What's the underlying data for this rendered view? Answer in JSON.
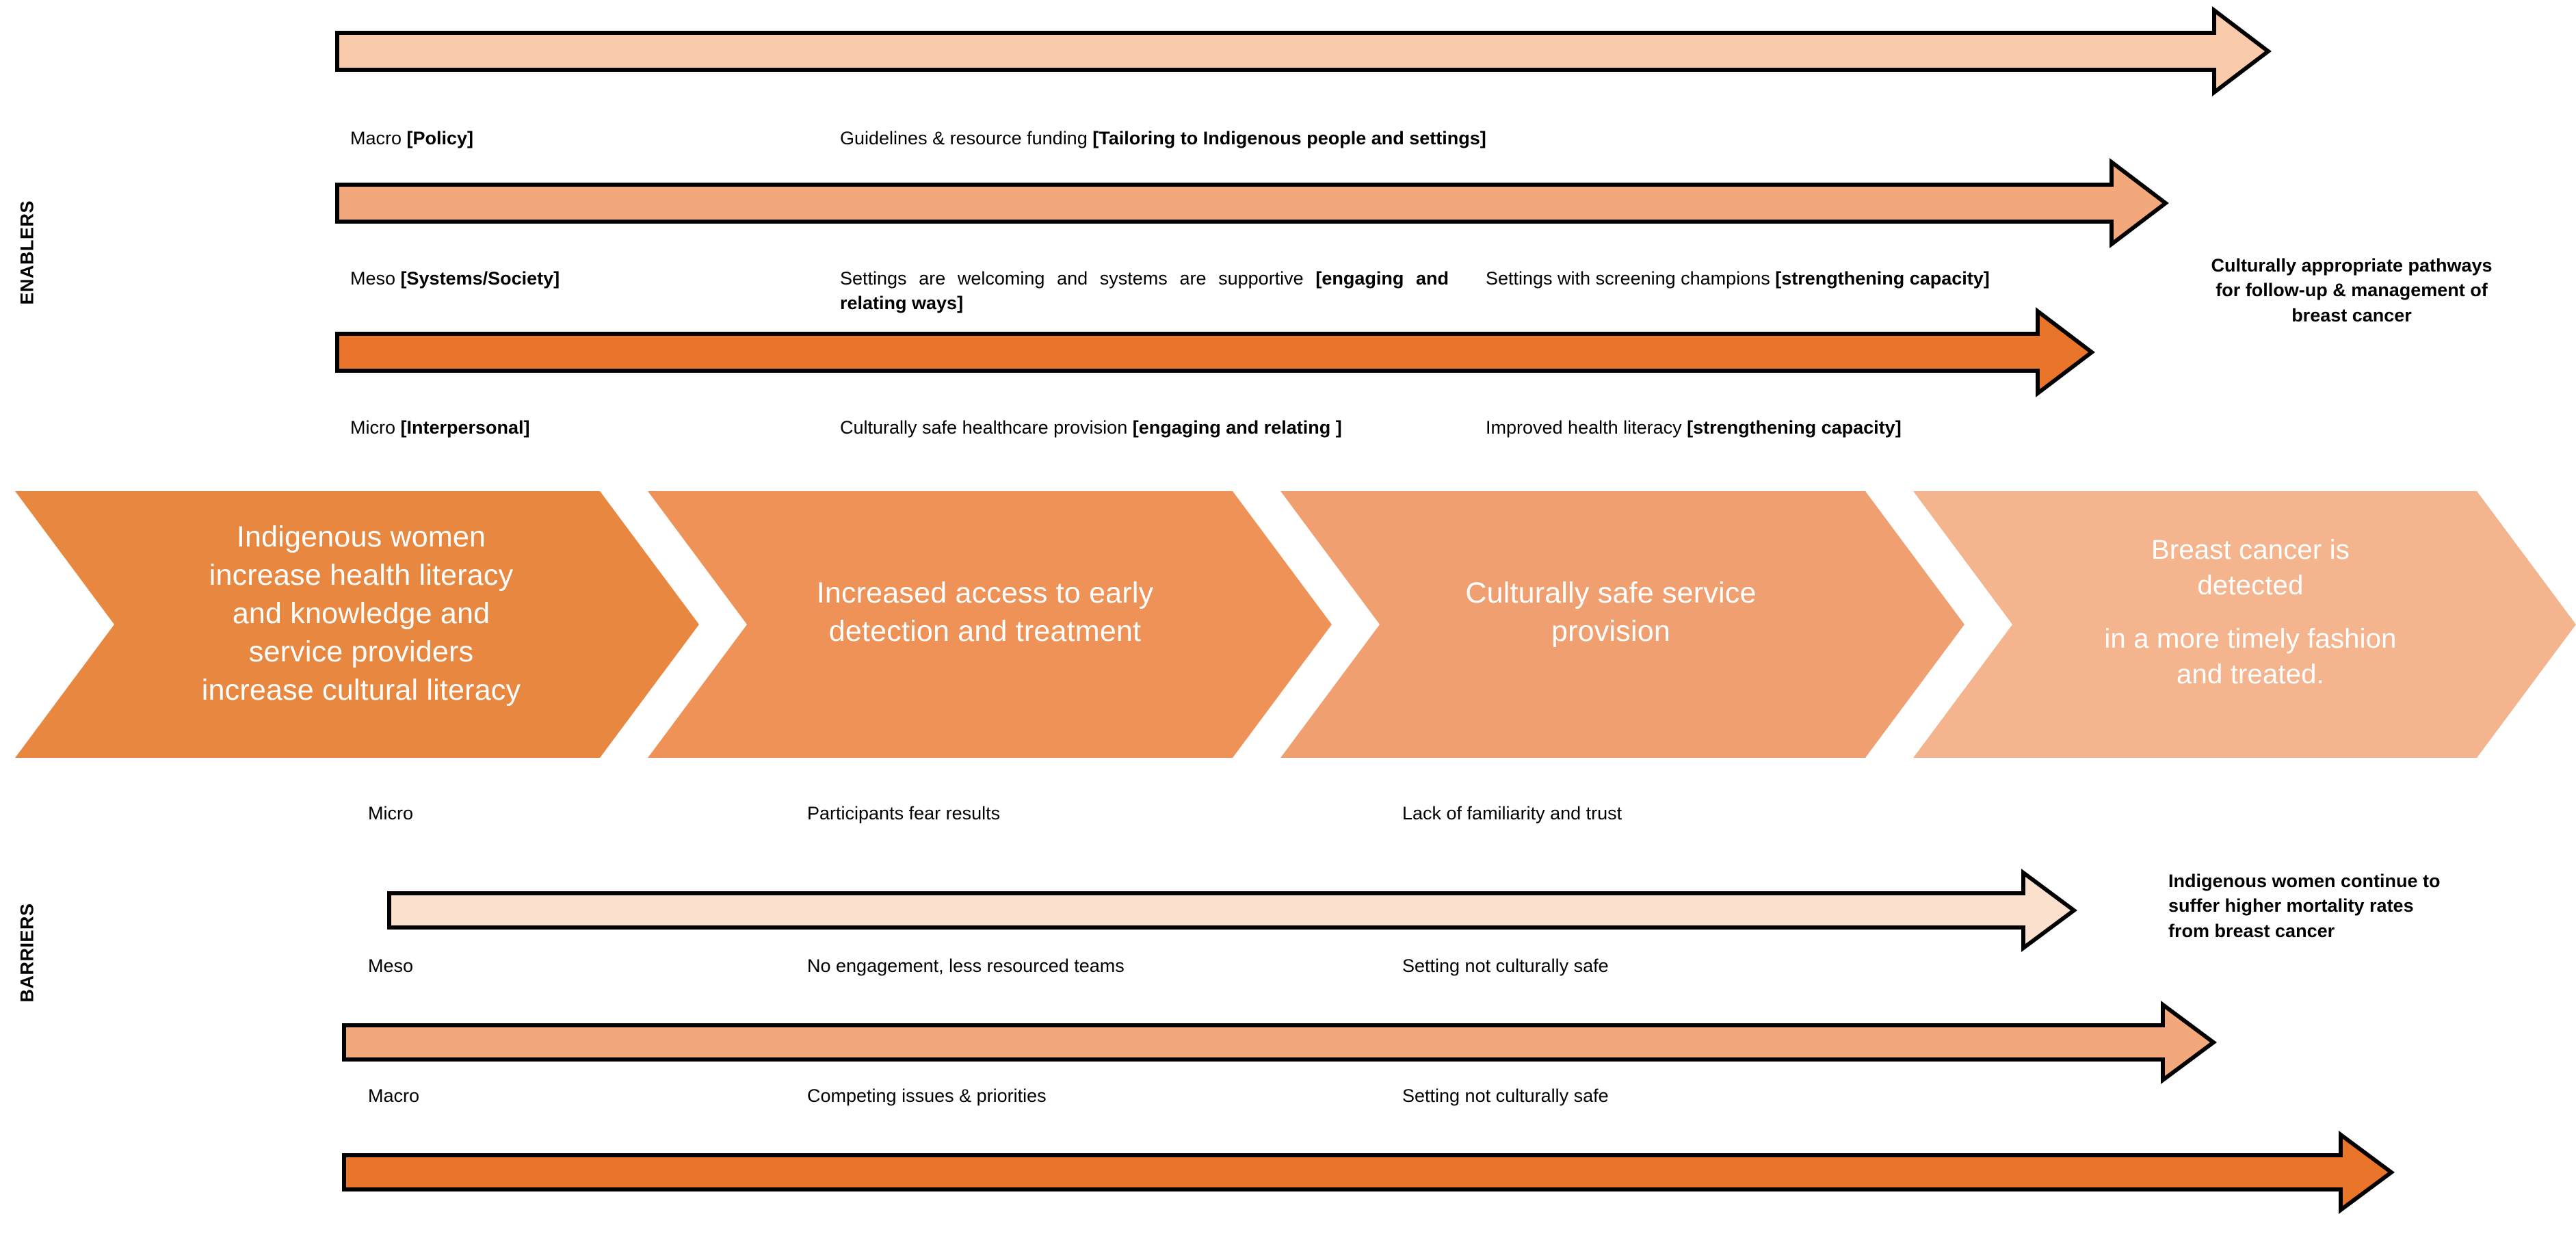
{
  "colors": {
    "lightest": "#FBE0CE",
    "light": "#F9CBAA",
    "mid": "#F2A87A",
    "midDark": "#EE9B66",
    "dark": "#E87D2A",
    "darkest": "#E8752A",
    "stroke": "#000000",
    "text": "#000000",
    "chevronText": "#FFFFFF"
  },
  "sections": {
    "enablers_label": "ENABLERS",
    "barriers_label": "BARRIERS"
  },
  "enablers": {
    "rows": [
      {
        "level": "Macro ",
        "level_bold": "[Policy]",
        "col1_plain": "Guidelines & resource funding ",
        "col1_bold": "[Tailoring to Indigenous people and settings]",
        "col2_plain": "",
        "col2_bold": ""
      },
      {
        "level": "Meso ",
        "level_bold": "[Systems/Society]",
        "col1_plain": "Settings are welcoming and systems are supportive ",
        "col1_bold": "[engaging and relating ways]",
        "col2_plain": "Settings with screening champions ",
        "col2_bold": "[strengthening capacity]"
      },
      {
        "level": "Micro  ",
        "level_bold": "[Interpersonal]",
        "col1_plain": "Culturally safe healthcare provision ",
        "col1_bold": "[engaging and relating ]",
        "col2_plain": "Improved health literacy ",
        "col2_bold": "[strengthening capacity]"
      }
    ],
    "outcome": [
      "Culturally appropriate pathways",
      "for follow-up & management of",
      "breast cancer"
    ]
  },
  "barriers": {
    "rows": [
      {
        "level": "Micro",
        "col1": "Participants fear results",
        "col2": "Lack of familiarity and trust"
      },
      {
        "level": "Meso",
        "col1": "No engagement, less resourced teams",
        "col2": "Setting not culturally safe"
      },
      {
        "level": "Macro",
        "col1": "Competing issues & priorities",
        "col2": "Setting not culturally safe"
      }
    ],
    "outcome": [
      "Indigenous women continue to",
      "suffer higher mortality rates",
      "from breast cancer"
    ]
  },
  "pathway": {
    "steps": [
      {
        "lines": [
          "Indigenous women",
          "increase health literacy",
          "and knowledge and",
          "service providers",
          "increase cultural literacy"
        ],
        "fill": "#E8873F"
      },
      {
        "lines": [
          "Increased access to early",
          "detection and treatment"
        ],
        "fill": "#EE9257"
      },
      {
        "lines": [
          "Culturally safe service",
          "provision"
        ],
        "fill": "#F0A070"
      },
      {
        "lines": [
          "Breast cancer is",
          "detected",
          "",
          "in a more timely fashion",
          "and treated."
        ],
        "fill": "#F3B48E"
      }
    ]
  }
}
